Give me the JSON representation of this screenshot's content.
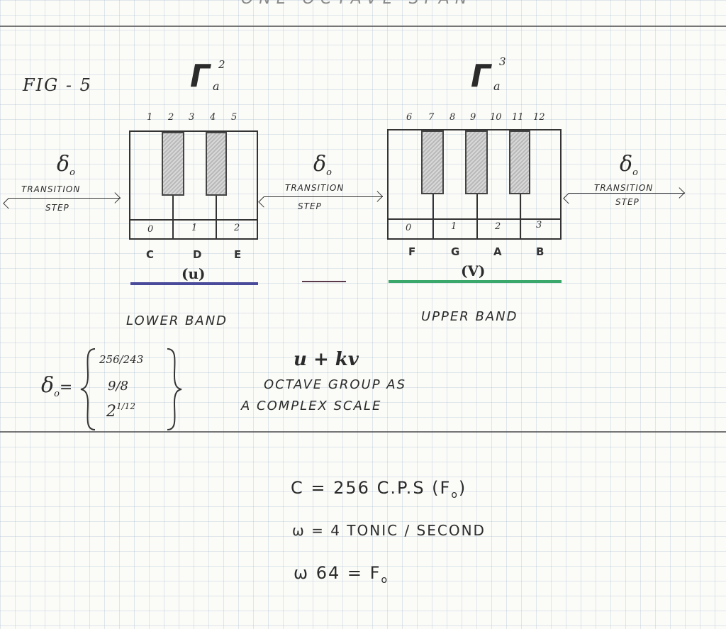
{
  "header": {
    "top_text": "ONE OCTAVE SPAN"
  },
  "figure": {
    "label": "FIG - 5",
    "lower": {
      "gamma": "Γ",
      "gamma_sub": "a",
      "gamma_sup": "2",
      "key_numbers": [
        "1",
        "2",
        "3",
        "4",
        "5"
      ],
      "bottom_indices": [
        "0",
        "1",
        "2"
      ],
      "notes": [
        "C",
        "D",
        "E"
      ],
      "group_label": "(u)",
      "band_label": "LOWER BAND",
      "underline_color": "#4a4a9a"
    },
    "upper": {
      "gamma": "Γ",
      "gamma_sub": "a",
      "gamma_sup": "3",
      "key_numbers": [
        "6",
        "7",
        "8",
        "9",
        "10",
        "11",
        "12"
      ],
      "bottom_indices": [
        "0",
        "1",
        "2",
        "3"
      ],
      "notes": [
        "F",
        "G",
        "A",
        "B"
      ],
      "group_label": "(V)",
      "band_label": "UPPER BAND",
      "underline_color": "#3aa86a"
    },
    "middle_dash_color": "#5a3a4a",
    "transition": {
      "symbol": "δ",
      "sub": "o",
      "line1": "TRANSITION",
      "line2": "STEP"
    },
    "delta_def": {
      "lhs": "δ",
      "lhs_sub": "o",
      "eq": "=",
      "values": [
        "256/243",
        "9/8",
        "2"
      ],
      "exp": "1/12"
    },
    "expression": {
      "formula": "u + kv",
      "line1": "OCTAVE GROUP AS",
      "line2": "A COMPLEX SCALE"
    }
  },
  "equations": {
    "eq1": "C = 256 C.P.S (F",
    "eq1_sub": "o",
    "eq1_end": ")",
    "eq2": "ω = 4 TONIC / SECOND",
    "eq3": "ω 64 = F",
    "eq3_sub": "o"
  }
}
